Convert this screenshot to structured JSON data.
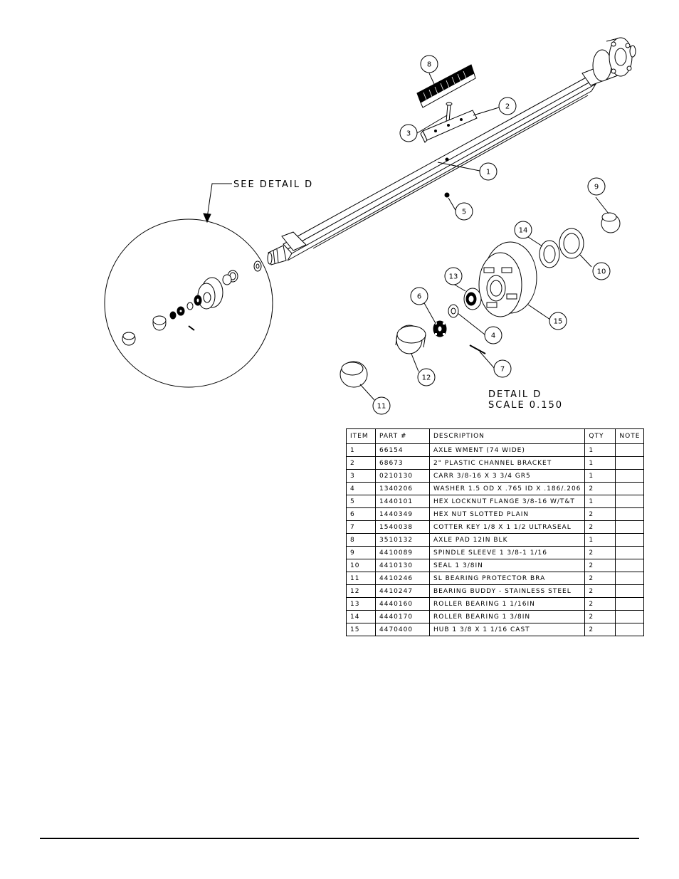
{
  "detail_callout": "SEE DETAIL  D",
  "detail_title": "DETAIL  D",
  "detail_scale": "SCALE  0.150",
  "callout_numbers": [
    "1",
    "2",
    "3",
    "4",
    "5",
    "6",
    "7",
    "8",
    "9",
    "10",
    "11",
    "12",
    "13",
    "14",
    "15"
  ],
  "table": {
    "headers": [
      "ITEM",
      "PART #",
      "DESCRIPTION",
      "QTY",
      "NOTE"
    ],
    "rows": [
      {
        "item": "1",
        "part": "66154",
        "description": "AXLE WMENT (74 WIDE)",
        "qty": "1",
        "note": ""
      },
      {
        "item": "2",
        "part": "68673",
        "description": "2\" PLASTIC CHANNEL BRACKET",
        "qty": "1",
        "note": ""
      },
      {
        "item": "3",
        "part": "0210130",
        "description": "CARR 3/8-16 X 3 3/4 GR5",
        "qty": "1",
        "note": ""
      },
      {
        "item": "4",
        "part": "1340206",
        "description": "WASHER 1.5 OD X .765 ID X .186/.206",
        "qty": "2",
        "note": ""
      },
      {
        "item": "5",
        "part": "1440101",
        "description": "HEX LOCKNUT FLANGE 3/8-16 W/T&T",
        "qty": "1",
        "note": ""
      },
      {
        "item": "6",
        "part": "1440349",
        "description": "HEX NUT SLOTTED PLAIN",
        "qty": "2",
        "note": ""
      },
      {
        "item": "7",
        "part": "1540038",
        "description": "COTTER KEY 1/8 X 1 1/2 ULTRASEAL",
        "qty": "2",
        "note": ""
      },
      {
        "item": "8",
        "part": "3510132",
        "description": "AXLE PAD 12IN  BLK",
        "qty": "1",
        "note": ""
      },
      {
        "item": "9",
        "part": "4410089",
        "description": "SPINDLE SLEEVE  1 3/8-1 1/16",
        "qty": "2",
        "note": ""
      },
      {
        "item": "10",
        "part": "4410130",
        "description": "SEAL  1 3/8IN",
        "qty": "2",
        "note": ""
      },
      {
        "item": "11",
        "part": "4410246",
        "description": "SL BEARING PROTECTOR BRA",
        "qty": "2",
        "note": ""
      },
      {
        "item": "12",
        "part": "4410247",
        "description": "BEARING BUDDY - STAINLESS STEEL",
        "qty": "2",
        "note": ""
      },
      {
        "item": "13",
        "part": "4440160",
        "description": "ROLLER BEARING   1 1/16IN",
        "qty": "2",
        "note": ""
      },
      {
        "item": "14",
        "part": "4440170",
        "description": "ROLLER BEARING   1 3/8IN",
        "qty": "2",
        "note": ""
      },
      {
        "item": "15",
        "part": "4470400",
        "description": "HUB   1 3/8 X 1 1/16 CAST",
        "qty": "2",
        "note": ""
      }
    ]
  }
}
